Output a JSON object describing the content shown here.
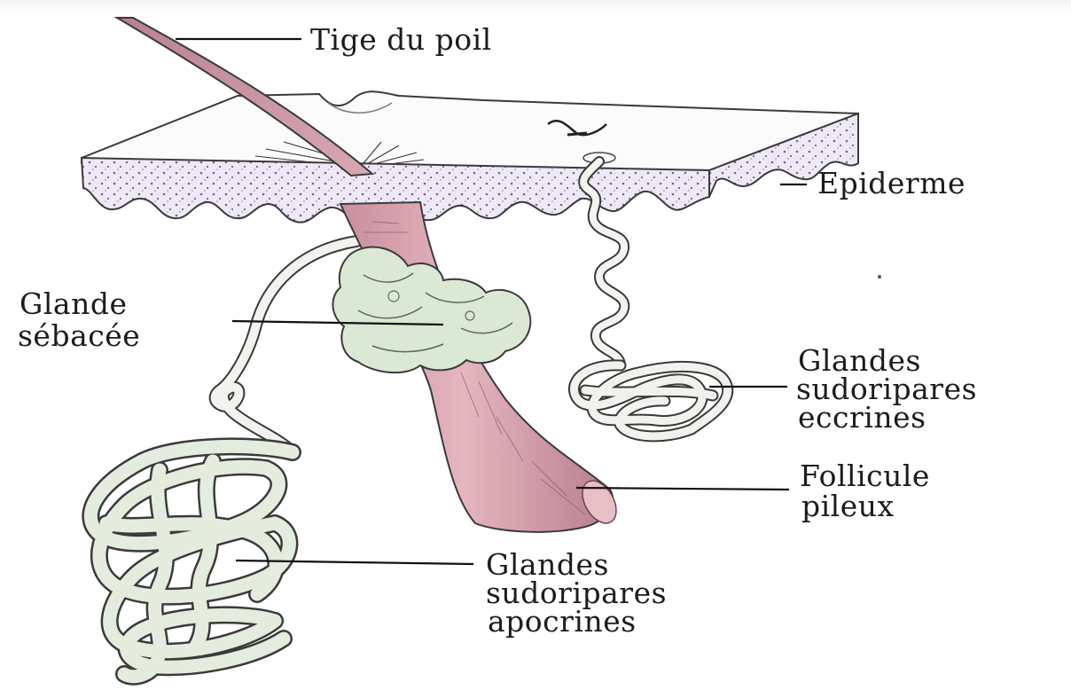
{
  "labels": {
    "tige_du_poil": "Tige du poil",
    "epiderme": "Epiderme",
    "glande_sebacee_1": "Glande",
    "glande_sebacee_2": "sébacée",
    "glandes_eccrines_1": "Glandes",
    "glandes_eccrines_2": "sudoripares",
    "glandes_eccrines_3": "eccrines",
    "follicule_1": "Follicule",
    "follicule_2": "pileux",
    "glandes_apocrines_1": "Glandes",
    "glandes_apocrines_2": "sudoripares",
    "glandes_apocrines_3": "apocrines"
  },
  "colors": {
    "hair": "#cf9aa6",
    "follicle": "#d9a6b0",
    "epidermis": "#ece4f3",
    "gland": "#d6e6cf",
    "tube": "#eeeeea",
    "outline": "#3a3a3a"
  }
}
